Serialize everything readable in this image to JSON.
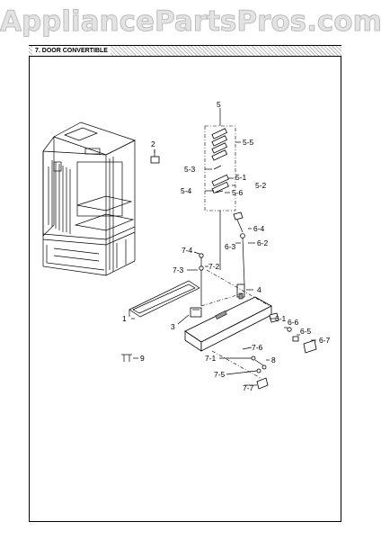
{
  "watermark": "AppliancePartsPros.com",
  "section_title": "7. DOOR CONVERTIBLE",
  "callouts": {
    "c5": "5",
    "c5_5": "5-5",
    "c5_3": "5-3",
    "c5_1": "5-1",
    "c5_2": "5-2",
    "c5_4": "5-4",
    "c5_6": "5-6",
    "c2": "2",
    "c6_4": "6-4",
    "c6_3": "6-3",
    "c6_2": "6-2",
    "c7_4": "7-4",
    "c7_3": "7-3",
    "c7_2": "7-2",
    "c4": "4",
    "c1": "1",
    "c3": "3",
    "c6_1": "6-1",
    "c6_6": "6-6",
    "c6_5": "6-5",
    "c6_7": "6-7",
    "c7_6": "7-6",
    "c7_1": "7-1",
    "c8": "8",
    "c7_5": "7-5",
    "c7_7": "7-7",
    "c9": "9"
  }
}
